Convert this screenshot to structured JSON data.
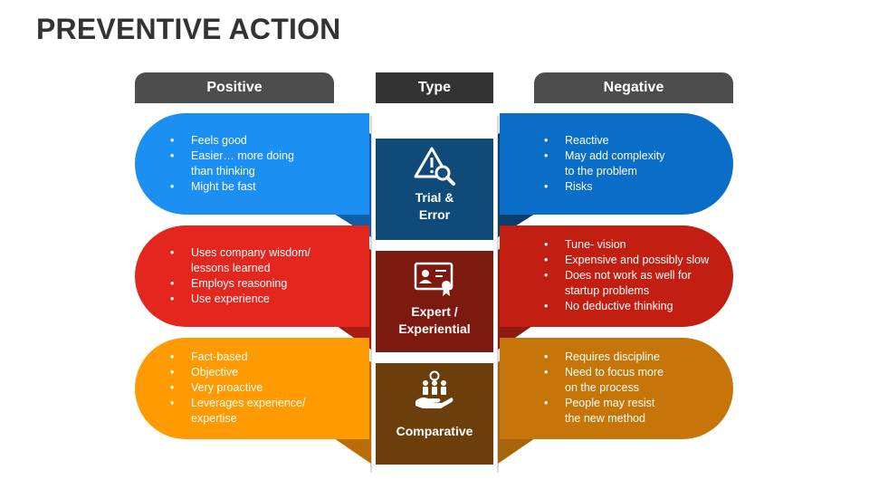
{
  "title": "PREVENTIVE ACTION",
  "headers": {
    "positive": "Positive",
    "type": "Type",
    "negative": "Negative"
  },
  "colors": {
    "blue": "#1b8ff2",
    "dark_blue": "#0f4a78",
    "red": "#e3261e",
    "dark_red": "#7d1a10",
    "orange": "#ff9a00",
    "brown": "#6b3e0c"
  },
  "rows": [
    {
      "type_lines": [
        "Trial &",
        "Error"
      ],
      "icon": "warning-search-icon",
      "positive": [
        "Feels good",
        "Easier… more doing",
        "than thinking",
        "Might be fast"
      ],
      "negative": [
        "Reactive",
        "May add complexity",
        "to the problem",
        "Risks"
      ]
    },
    {
      "type_lines": [
        "Expert /",
        "Experiential"
      ],
      "icon": "certificate-icon",
      "positive": [
        "Uses company wisdom/",
        "lessons learned",
        "Employs reasoning",
        "Use experience"
      ],
      "negative": [
        "Tune- vision",
        "Expensive and possibly slow",
        "Does not work as well for",
        "startup problems",
        "No deductive thinking"
      ]
    },
    {
      "type_lines": [
        "Comparative"
      ],
      "icon": "team-hand-icon",
      "positive": [
        "Fact-based",
        "Objective",
        "Very proactive",
        "Leverages experience/",
        "expertise"
      ],
      "negative": [
        "Requires discipline",
        "Need to focus more",
        "on the process",
        "People may resist",
        "the new method"
      ]
    }
  ]
}
